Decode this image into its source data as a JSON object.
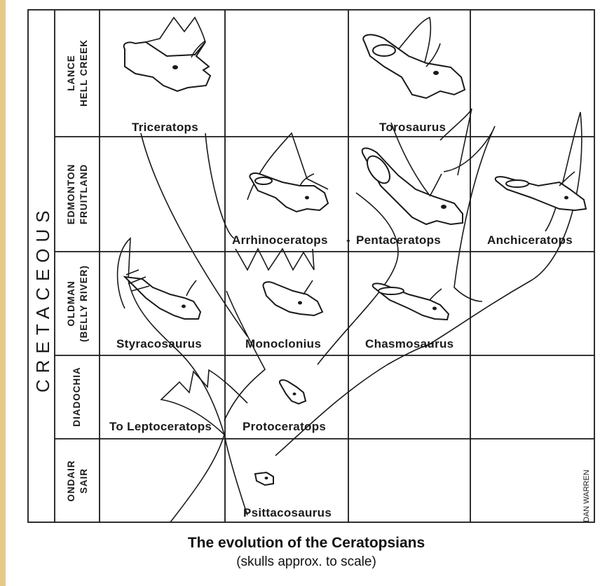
{
  "period": "CRETACEOUS",
  "stages": [
    {
      "line1": "LANCE",
      "line2": "HELL CREEK"
    },
    {
      "line1": "EDMONTON",
      "line2": "FRUITLAND"
    },
    {
      "line1": "OLDMAN",
      "line2": "(BELLY RIVER)"
    },
    {
      "line1": "DIADOCHIA",
      "line2": ""
    },
    {
      "line1": "ONDAIR",
      "line2": "SAIR"
    }
  ],
  "taxa": {
    "triceratops": "Triceratops",
    "torosaurus": "Torosaurus",
    "arrhinoceratops": "Arrhinoceratops",
    "pentaceratops": "Pentaceratops",
    "anchiceratops": "Anchiceratops",
    "styracosaurus": "Styracosaurus",
    "monoclonius": "Monoclonius",
    "chasmosaurus": "Chasmosaurus",
    "to_leptoceratops": "To Leptoceratops",
    "protoceratops": "Protoceratops",
    "psittacosaurus": "Psittacosaurus"
  },
  "signature": "DAN WARREN",
  "caption": {
    "title": "The evolution of the Ceratopsians",
    "subtitle": "(skulls approx. to scale)"
  }
}
